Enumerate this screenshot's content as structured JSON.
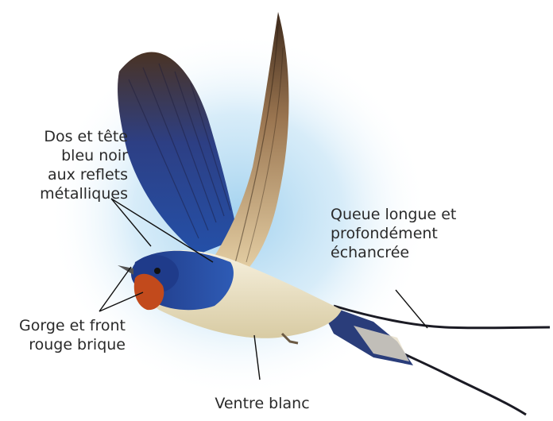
{
  "colors": {
    "background": "#ffffff",
    "halo": "#9fd0ee",
    "back_plumage": "#1f3f8f",
    "throat": "#c24a1c",
    "belly": "#f2ecd6",
    "wing_inner": "#d9b98c",
    "leader_lines": "#111111",
    "text": "#2a2a2a"
  },
  "illustration": {
    "subject": "swallow-in-flight"
  },
  "labels": {
    "back_and_head": [
      "Dos et tête",
      "bleu noir",
      "aux reflets",
      "métalliques"
    ],
    "throat": [
      "Gorge et front",
      "rouge brique"
    ],
    "tail": [
      "Queue longue et",
      "profondément",
      "échancrée"
    ],
    "belly": [
      "Ventre blanc"
    ]
  }
}
